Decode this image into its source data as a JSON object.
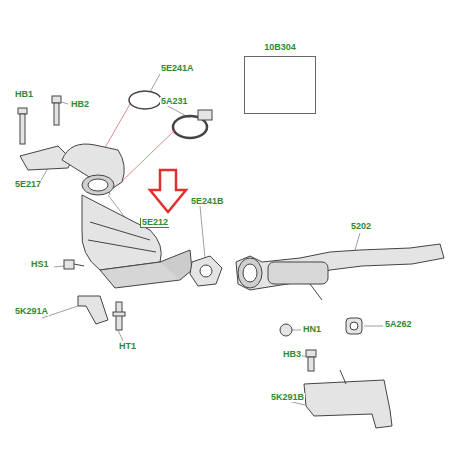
{
  "diagram": {
    "nodes": [
      {
        "text": [
          "10B304"
        ]
      }
    ],
    "labels": [
      "HB1",
      "HB2",
      "5E241A",
      "5A231",
      "5E217",
      "5E212",
      "5E241B",
      "5202",
      "HS1",
      "5K291A",
      "HN1",
      "5A262",
      "HT1",
      "HB3",
      "5K291B"
    ]
  }
}
